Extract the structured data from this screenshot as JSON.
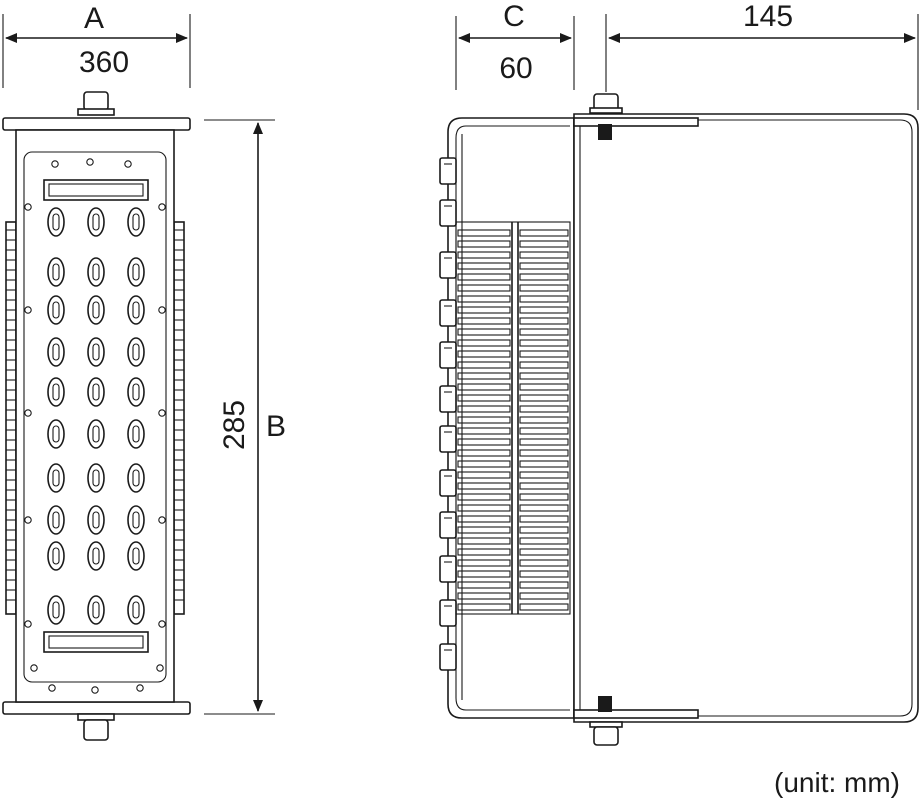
{
  "front_view": {
    "width_letter": "A",
    "width_value": "360",
    "height_letter": "B",
    "height_value": "285"
  },
  "side_view": {
    "depth_letter": "C",
    "depth_value": "60",
    "body_value": "145"
  },
  "unit_note": "(unit: mm)"
}
